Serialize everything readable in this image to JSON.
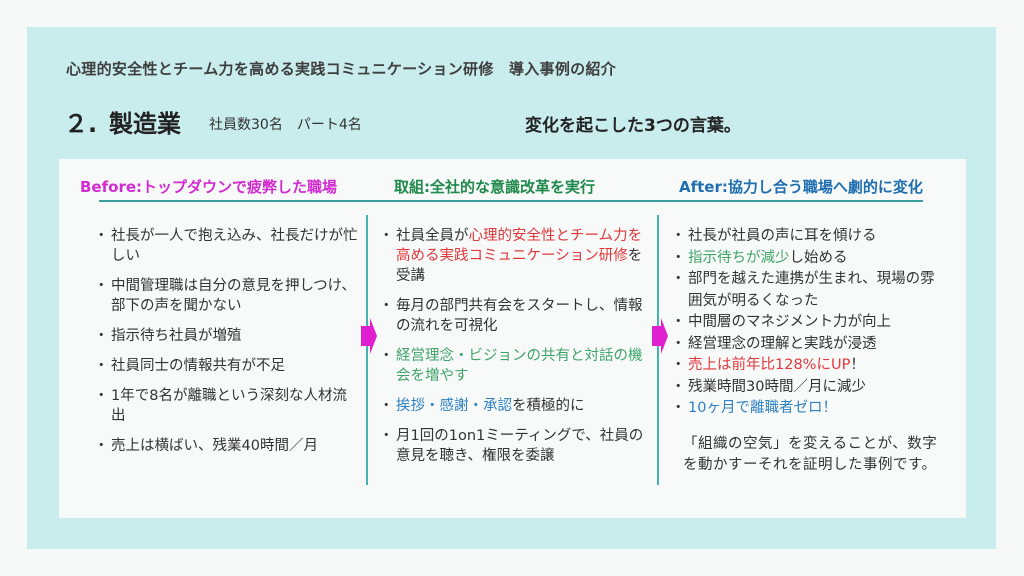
{
  "header": {
    "subtitle": "心理的安全性とチーム力を高める実践コミュニケーション研修　導入事例の紹介",
    "title_number": "２.",
    "title_industry": "製造業",
    "title_detail": "社員数30名　パート4名",
    "title_right": "変化を起こした3つの言葉。"
  },
  "colors": {
    "panel_bg": "#c9ecec",
    "card_bg": "#f8f9f9",
    "before_heading": "#d12bd1",
    "action_heading": "#1f8a4c",
    "after_heading": "#1f6fb0",
    "divider": "#3a9ea0",
    "arrow": "#e020d0",
    "highlight_red": "#e0383b",
    "highlight_green": "#3fa46a",
    "highlight_blue": "#2e82c2"
  },
  "columns": {
    "before": {
      "heading": "Before:トップダウンで疲弊した職場",
      "items": [
        "社長が一人で抱え込み、社長だけが忙しい",
        "中間管理職は自分の意見を押しつけ、部下の声を聞かない",
        "指示待ち社員が増殖",
        "社員同士の情報共有が不足",
        "1年で8名が離職という深刻な人材流出",
        "売上は横ばい、残業40時間／月"
      ]
    },
    "action": {
      "heading": "取組:全社的な意識改革を実行",
      "items": [
        {
          "pre": "社員全員が",
          "hl": "心理的安全性とチーム力を高める実践コミュニケーション研修",
          "post": "を受講",
          "color": "red"
        },
        {
          "pre": "毎月の部門共有会をスタートし、情報の流れを可視化",
          "hl": "",
          "post": "",
          "color": ""
        },
        {
          "pre": "",
          "hl": "経営理念・ビジョンの共有と対話の機会を増やす",
          "post": "",
          "color": "green"
        },
        {
          "pre": "",
          "hl": "挨拶・感謝・承認",
          "post": "を積極的に",
          "color": "blue"
        },
        {
          "pre": "月1回の1on1ミーティングで、社員の意見を聴き、権限を委譲",
          "hl": "",
          "post": "",
          "color": ""
        }
      ]
    },
    "after": {
      "heading": "After:協力し合う職場へ劇的に変化",
      "items": [
        {
          "pre": "社長が社員の声に耳を傾ける",
          "hl": "",
          "post": "",
          "color": ""
        },
        {
          "pre": "",
          "hl": "指示待ちが減少",
          "post": "し始める",
          "color": "green"
        },
        {
          "pre": "部門を越えた連携が生まれ、現場の雰囲気が明るくなった",
          "hl": "",
          "post": "",
          "color": ""
        },
        {
          "pre": "中間層のマネジメント力が向上",
          "hl": "",
          "post": "",
          "color": ""
        },
        {
          "pre": "経営理念の理解と実践が浸透",
          "hl": "",
          "post": "",
          "color": ""
        },
        {
          "pre": "",
          "hl": "売上は前年比128%にUP",
          "post": "！",
          "color": "red"
        },
        {
          "pre": "残業時間30時間／月に減少",
          "hl": "",
          "post": "",
          "color": ""
        },
        {
          "pre": "",
          "hl": "10ヶ月で離職者ゼロ！",
          "post": "",
          "color": "blue"
        }
      ],
      "closing": "「組織の空気」を変えることが、数字を動かすーそれを証明した事例です。"
    }
  }
}
